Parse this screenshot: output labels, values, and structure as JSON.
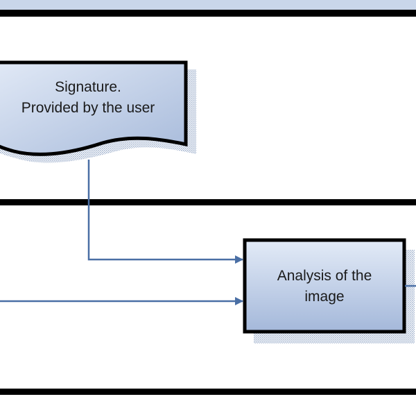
{
  "diagram": {
    "nodes": {
      "signature": {
        "line1": "Signature.",
        "line2": "Provided by the user"
      },
      "analysis": {
        "line1": "Analysis of the",
        "line2": "image"
      }
    },
    "colors": {
      "shape_fill_light": "#dce6f4",
      "shape_fill_dark": "#a9bcdc",
      "shape_border": "#000000",
      "connector": "#4a6fa5",
      "shadow": "#a0aec6",
      "lane_border": "#000000",
      "top_strip": "#c5d3e8"
    }
  }
}
